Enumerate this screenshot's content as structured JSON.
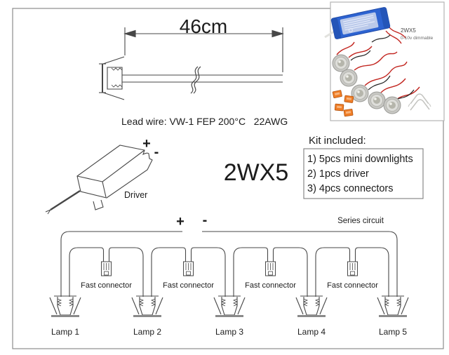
{
  "diagram": {
    "dimension_label": "46cm",
    "lead_wire_note": "Lead wire: VW-1 FEP 200°C   22AWG",
    "driver_plus": "+",
    "driver_minus": "-",
    "driver_label": "Driver",
    "model_label": "2WX5"
  },
  "kit": {
    "title": "Kit included:",
    "items": [
      "1) 5pcs mini downlights",
      "2) 1pcs driver",
      "3) 4pcs connectors"
    ]
  },
  "photo": {
    "model_label": "2WX5",
    "dimmable_label": "0-10v dimmable"
  },
  "circuit": {
    "plus": "+",
    "minus": "-",
    "title": "Series circuit",
    "connector_labels": [
      "Fast connector",
      "Fast connector",
      "Fast connector",
      "Fast connector"
    ],
    "lamp_labels": [
      "Lamp 1",
      "Lamp 2",
      "Lamp 3",
      "Lamp 4",
      "Lamp 5"
    ]
  },
  "colors": {
    "line": "#474747",
    "border": "#8c8c8c",
    "driver_blue": "#2d63d1",
    "wire_red": "#c2251f",
    "connector_orange": "#ef7d26"
  }
}
